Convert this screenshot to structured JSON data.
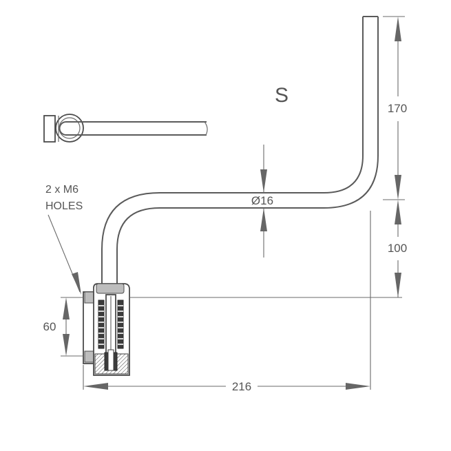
{
  "drawing": {
    "title": "S",
    "dimensions": {
      "vertical_upper": "170",
      "vertical_lower": "100",
      "horizontal_width": "216",
      "body_height": "60",
      "pipe_diameter": "Ø16"
    },
    "note": {
      "line1": "2 x M6",
      "line2": "HOLES"
    },
    "colors": {
      "line": "#5a5a5a",
      "text": "#555555",
      "section_fill": "#3c3c3c"
    }
  }
}
